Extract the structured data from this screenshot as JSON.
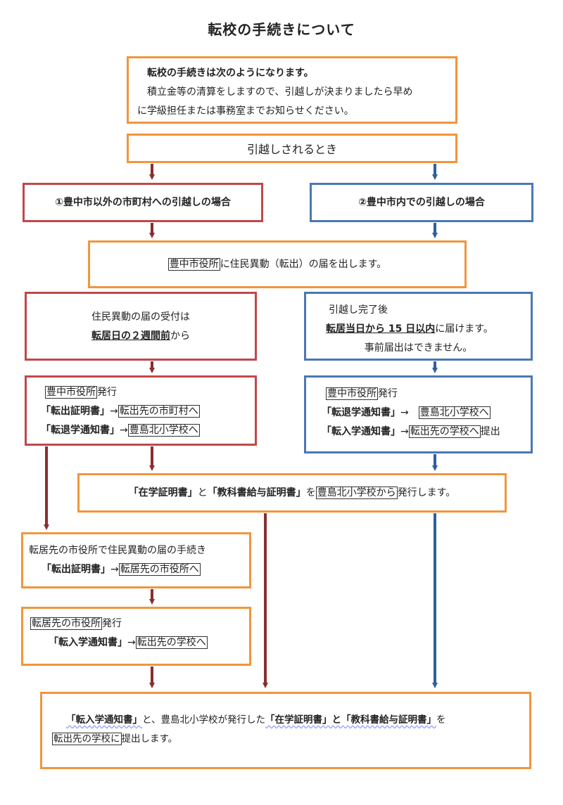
{
  "title": "転校の手続きについて",
  "intro": {
    "line1": "転校の手続きは次のようになります。",
    "line2": "積立金等の清算をしますので、引越しが決まりましたら早め",
    "line3": "に学級担任または事務室までお知らせください。"
  },
  "moving": "引越しされるとき",
  "branch1": "①豊中市以外の市町村への引越しの場合",
  "branch2": "②豊中市内での引越しの場合",
  "notify": {
    "office": "豊中市役所",
    "rest": "に住民異動（転出）の届を出します。"
  },
  "left_accept": {
    "line1": "住民異動の届の受付は",
    "bold": "転居日の２週間前",
    "suffix": "から"
  },
  "right_after": {
    "line1": "引越し完了後",
    "bold": "転居当日から 15 日以内",
    "suffix": "に届けます。",
    "line3": "事前届出はできません。"
  },
  "left_issue": {
    "office": "豊中市役所",
    "issued": "発行",
    "doc1": "「転出証明書」",
    "arrow": "→",
    "dest1": "転出先の市町村へ",
    "doc2": "「転退学通知書」",
    "dest2": "豊島北小学校へ"
  },
  "right_issue": {
    "office": "豊中市役所",
    "issued": "発行",
    "doc1": "「転退学通知書」",
    "arrow": "→",
    "dest1": "豊島北小学校へ",
    "doc2": "「転入学通知書」",
    "dest2": "転出先の学校へ",
    "submit": "提出"
  },
  "certificates": {
    "doc1": "「在学証明書」",
    "and": "と",
    "doc2": "「教科書給与証明書」",
    "wo": "を",
    "school": "豊島北小学校から",
    "rest": "発行します。"
  },
  "new_city_proc": {
    "line1": "転居先の市役所で住民異動の届の手続き",
    "doc": "「転出証明書」",
    "arrow": "→",
    "dest": "転居先の市役所へ"
  },
  "new_city_issue": {
    "office": "転居先の市役所",
    "issued": "発行",
    "doc": "「転入学通知書」",
    "arrow": "→",
    "dest": "転出先の学校へ"
  },
  "final": {
    "doc1": "「転入学通知書」",
    "mid": "と、豊島北小学校が発行した",
    "doc2": "「在学証明書」と「教科書給与証明書」",
    "wo": "を",
    "school": "転出先の学校に",
    "rest": "提出します。"
  },
  "colors": {
    "orange": "#f0963c",
    "red": "#c0484a",
    "blue": "#4a77b6",
    "red_arrow": "#8b2e2e",
    "blue_arrow": "#2f5f9e"
  }
}
